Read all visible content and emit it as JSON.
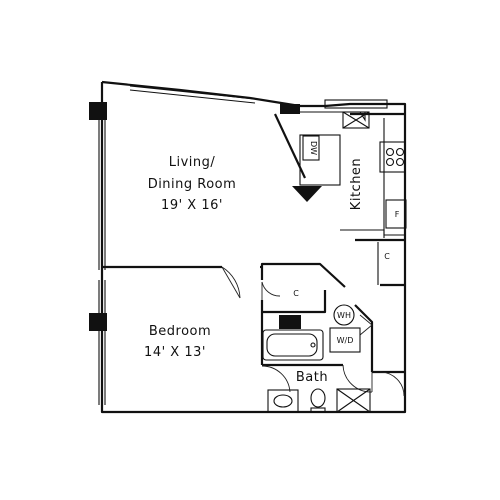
{
  "rooms": {
    "living": {
      "name_line1": "Living/",
      "name_line2": "Dining Room",
      "dims": "19' X 16'"
    },
    "kitchen": {
      "name": "Kitchen"
    },
    "bedroom": {
      "name": "Bedroom",
      "dims": "14' X 13'"
    },
    "bath": {
      "name": "Bath"
    }
  },
  "fixtures": {
    "dishwasher": "DW",
    "fridge": "F",
    "closet": "C",
    "water_heater": "WH",
    "washer_dryer": "W/D"
  }
}
